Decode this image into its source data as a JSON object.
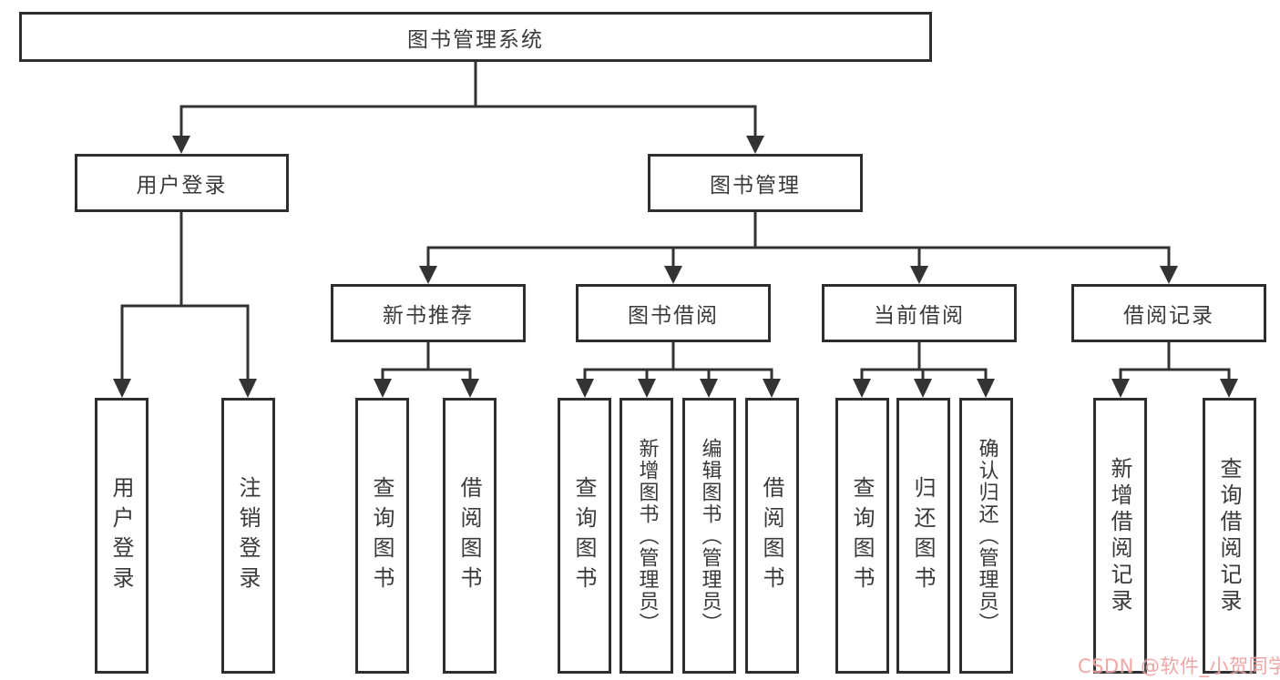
{
  "diagram": {
    "title": "图书管理系统",
    "level2": {
      "user_login": "用户登录",
      "book_mgmt": "图书管理"
    },
    "level3": {
      "new_book": "新书推荐",
      "book_borrow": "图书借阅",
      "current_borrow": "当前借阅",
      "borrow_records": "借阅记录"
    },
    "leaves": {
      "user_login": [
        "用户登录",
        "注销登录"
      ],
      "new_book": [
        "查询图书",
        "借阅图书"
      ],
      "book_borrow": [
        "查询图书",
        "新增图书（管理员）",
        "编辑图书（管理员）",
        "借阅图书"
      ],
      "current_borrow": [
        "查询图书",
        "归还图书",
        "确认归还（管理员）"
      ],
      "borrow_records": [
        "新增借阅记录",
        "查询借阅记录"
      ]
    },
    "colors": {
      "line": "#333333",
      "border": "#2e2e2e",
      "text": "#3a3a3a",
      "watermark": "#ee9696",
      "background": "#ffffff"
    },
    "watermark": "CSDN @软件_小贺同学"
  }
}
